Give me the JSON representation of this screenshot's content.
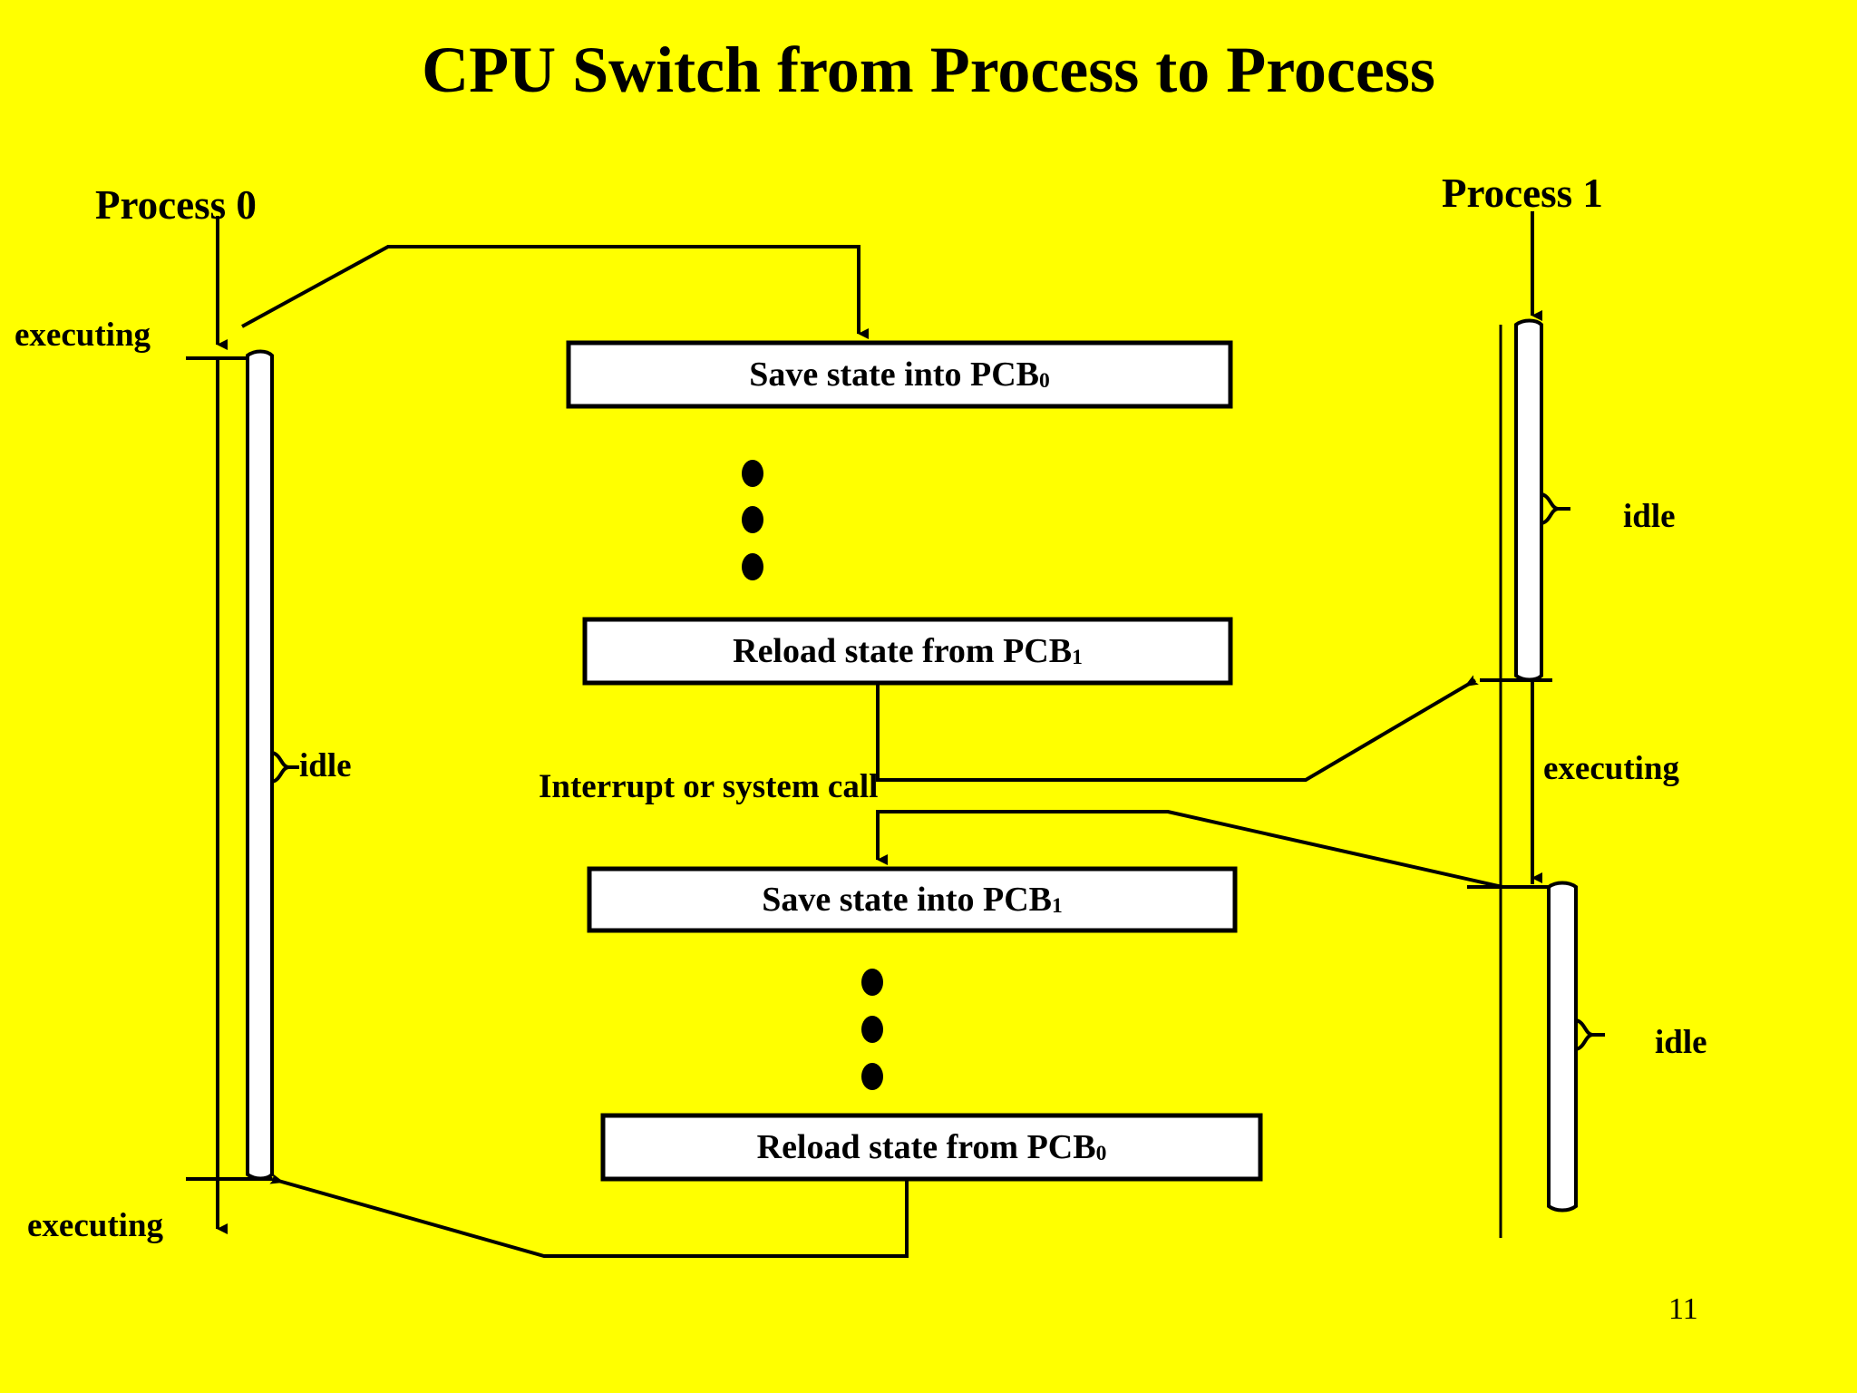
{
  "slide": {
    "background_color": "#ffff00",
    "title": "CPU Switch from Process to Process",
    "page_number": "11"
  },
  "processes": {
    "left": {
      "name": "Process  0",
      "state_top": "executing",
      "state_middle": "idle",
      "state_bottom": "executing"
    },
    "right": {
      "name": "Process  1",
      "state_top": "idle",
      "state_middle": "executing",
      "state_bottom": "idle"
    }
  },
  "boxes": [
    {
      "id": "save-pcb0",
      "text": "Save state into PCB",
      "subscript": "0"
    },
    {
      "id": "reload-pcb1",
      "text": "Reload state from PCB",
      "subscript": "1"
    },
    {
      "id": "save-pcb1",
      "text": "Save state into PCB",
      "subscript": "1"
    },
    {
      "id": "reload-pcb0",
      "text": "Reload state from PCB",
      "subscript": "0"
    }
  ],
  "annotations": {
    "interrupt": "Interrupt or system call"
  },
  "colors": {
    "background": "#ffff00",
    "stroke": "#000000",
    "box_fill": "#ffffff",
    "text": "#000000"
  }
}
